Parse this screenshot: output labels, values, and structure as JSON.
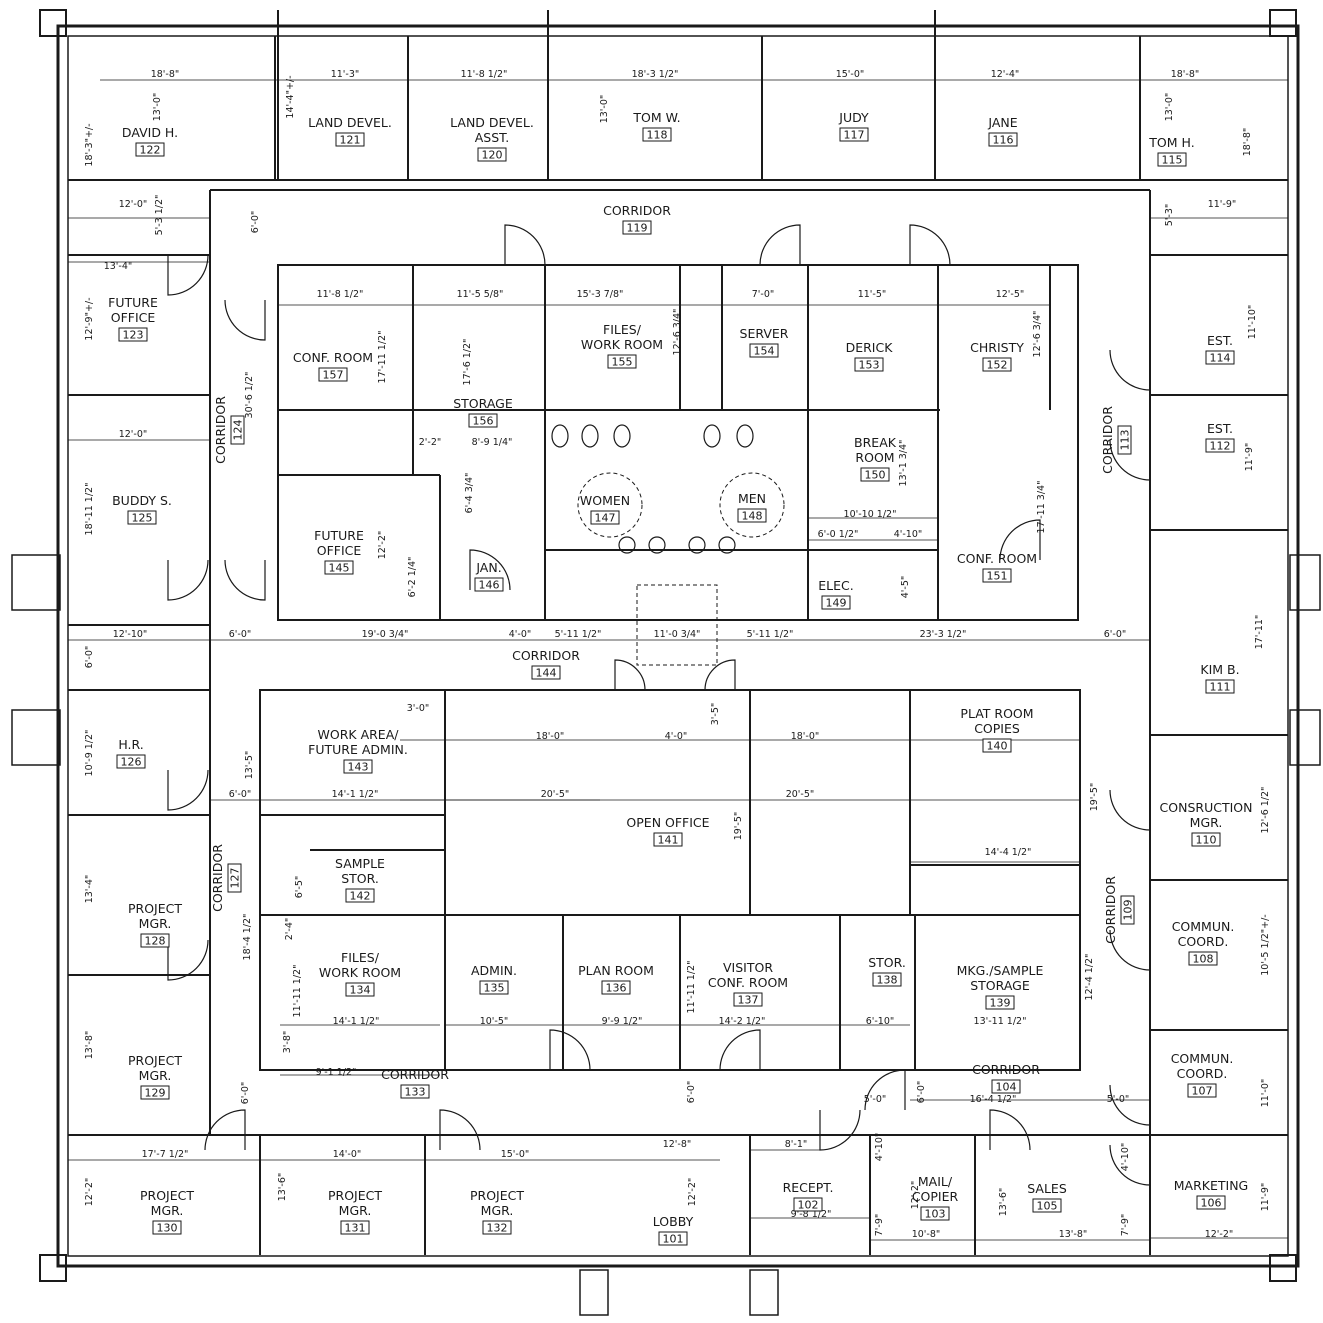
{
  "rooms": [
    {
      "label": "DAVID H.",
      "number": "122"
    },
    {
      "label": "LAND DEVEL.",
      "number": "121"
    },
    {
      "label": "LAND DEVEL.\nASST.",
      "number": "120"
    },
    {
      "label": "TOM W.",
      "number": "118"
    },
    {
      "label": "JUDY",
      "number": "117"
    },
    {
      "label": "JANE",
      "number": "116"
    },
    {
      "label": "TOM H.",
      "number": "115"
    },
    {
      "label": "CORRIDOR",
      "number": "119"
    },
    {
      "label": "FUTURE\nOFFICE",
      "number": "123"
    },
    {
      "label": "CONF. ROOM",
      "number": "157"
    },
    {
      "label": "STORAGE",
      "number": "156"
    },
    {
      "label": "FILES/\nWORK ROOM",
      "number": "155"
    },
    {
      "label": "SERVER",
      "number": "154"
    },
    {
      "label": "DERICK",
      "number": "153"
    },
    {
      "label": "CHRISTY",
      "number": "152"
    },
    {
      "label": "EST.",
      "number": "114"
    },
    {
      "label": "CORRIDOR",
      "number": "124"
    },
    {
      "label": "CORRIDOR",
      "number": "113"
    },
    {
      "label": "BREAK\nROOM",
      "number": "150"
    },
    {
      "label": "EST.",
      "number": "112"
    },
    {
      "label": "BUDDY S.",
      "number": "125"
    },
    {
      "label": "WOMEN",
      "number": "147"
    },
    {
      "label": "MEN",
      "number": "148"
    },
    {
      "label": "FUTURE\nOFFICE",
      "number": "145"
    },
    {
      "label": "JAN.",
      "number": "146"
    },
    {
      "label": "ELEC.",
      "number": "149"
    },
    {
      "label": "CONF. ROOM",
      "number": "151"
    },
    {
      "label": "CORRIDOR",
      "number": "144"
    },
    {
      "label": "KIM B.",
      "number": "111"
    },
    {
      "label": "H.R.",
      "number": "126"
    },
    {
      "label": "WORK AREA/\nFUTURE ADMIN.",
      "number": "143"
    },
    {
      "label": "PLAT ROOM\nCOPIES",
      "number": "140"
    },
    {
      "label": "OPEN OFFICE",
      "number": "141"
    },
    {
      "label": "CONSRUCTION\nMGR.",
      "number": "110"
    },
    {
      "label": "CORRIDOR",
      "number": "127"
    },
    {
      "label": "SAMPLE\nSTOR.",
      "number": "142"
    },
    {
      "label": "PROJECT\nMGR.",
      "number": "128"
    },
    {
      "label": "CORRIDOR",
      "number": "109"
    },
    {
      "label": "COMMUN.\nCOORD.",
      "number": "108"
    },
    {
      "label": "FILES/\nWORK ROOM",
      "number": "134"
    },
    {
      "label": "ADMIN.",
      "number": "135"
    },
    {
      "label": "PLAN ROOM",
      "number": "136"
    },
    {
      "label": "VISITOR\nCONF. ROOM",
      "number": "137"
    },
    {
      "label": "STOR.",
      "number": "138"
    },
    {
      "label": "MKG./SAMPLE\nSTORAGE",
      "number": "139"
    },
    {
      "label": "PROJECT\nMGR.",
      "number": "129"
    },
    {
      "label": "CORRIDOR",
      "number": "133"
    },
    {
      "label": "CORRIDOR",
      "number": "104"
    },
    {
      "label": "COMMUN.\nCOORD.",
      "number": "107"
    },
    {
      "label": "PROJECT\nMGR.",
      "number": "130"
    },
    {
      "label": "PROJECT\nMGR.",
      "number": "131"
    },
    {
      "label": "PROJECT\nMGR.",
      "number": "132"
    },
    {
      "label": "LOBBY",
      "number": "101"
    },
    {
      "label": "RECEPT.",
      "number": "102"
    },
    {
      "label": "MAIL/\nCOPIER",
      "number": "103"
    },
    {
      "label": "SALES",
      "number": "105"
    },
    {
      "label": "MARKETING",
      "number": "106"
    }
  ],
  "dimensions": [
    "18'-8\"",
    "11'-3\"",
    "11'-8 1/2\"",
    "18'-3 1/2\"",
    "15'-0\"",
    "12'-4\"",
    "18'-8\"",
    "18'-3\"+/-",
    "13'-0\"",
    "14'-4\"+/-",
    "13'-0\"",
    "13'-0\"",
    "18'-8\"",
    "12'-0\"",
    "5'-3 1/2\"",
    "6'-0\"",
    "5'-3\"",
    "11'-9\"",
    "13'-4\"",
    "12'-9\"+/-",
    "11'-8 1/2\"",
    "11'-5 5/8\"",
    "15'-3 7/8\"",
    "7'-0\"",
    "11'-5\"",
    "12'-5\"",
    "11'-10\"",
    "17'-11 1/2\"",
    "17'-6 1/2\"",
    "12'-6 3/4\"",
    "12'-6 3/4\"",
    "12'-0\"",
    "30'-6 1/2\"",
    "2'-2\"",
    "8'-9 1/4\"",
    "18'-11 1/2\"",
    "11'-9\"",
    "13'-1 3/4\"",
    "17'-11 3/4\"",
    "10'-10 1/2\"",
    "6'-4 3/4\"",
    "6'-0 1/2\"",
    "4'-10\"",
    "12'-2\"",
    "6'-2 1/4\"",
    "4'-5\"",
    "12'-10\"",
    "6'-0\"",
    "19'-0 3/4\"",
    "4'-0\"",
    "5'-11 1/2\"",
    "11'-0 3/4\"",
    "5'-11 1/2\"",
    "23'-3 1/2\"",
    "6'-0\"",
    "6'-0\"",
    "17'-11\"",
    "3'-0\"",
    "3'-5\"",
    "18'-0\"",
    "4'-0\"",
    "18'-0\"",
    "13'-5\"",
    "10'-9 1/2\"",
    "6'-0\"",
    "14'-1 1/2\"",
    "20'-5\"",
    "19'-5\"",
    "20'-5\"",
    "19'-5\"",
    "12'-6 1/2\"",
    "14'-4 1/2\"",
    "13'-4\"",
    "6'-5\"",
    "2'-4\"",
    "18'-4 1/2\"",
    "11'-11 1/2\"",
    "11'-11 1/2\"",
    "12'-4 1/2\"",
    "10'-5 1/2\"+/-",
    "14'-1 1/2\"",
    "10'-5\"",
    "9'-9 1/2\"",
    "14'-2 1/2\"",
    "6'-10\"",
    "13'-11 1/2\"",
    "13'-8\"",
    "3'-8\"",
    "9'-1 1/2\"",
    "6'-0\"",
    "6'-0\"",
    "6'-0\"",
    "5'-0\"",
    "16'-4 1/2\"",
    "5'-0\"",
    "11'-0\"",
    "17'-7 1/2\"",
    "14'-0\"",
    "15'-0\"",
    "12'-8\"",
    "8'-1\"",
    "4'-10\"",
    "4'-10\"",
    "12'-2\"",
    "13'-6\"",
    "12'-2\"",
    "9'-8 1/2\"",
    "7'-9\"",
    "10'-8\"",
    "12'-2\"",
    "13'-6\"",
    "13'-8\"",
    "7'-9\"",
    "12'-2\"",
    "11'-9\""
  ]
}
